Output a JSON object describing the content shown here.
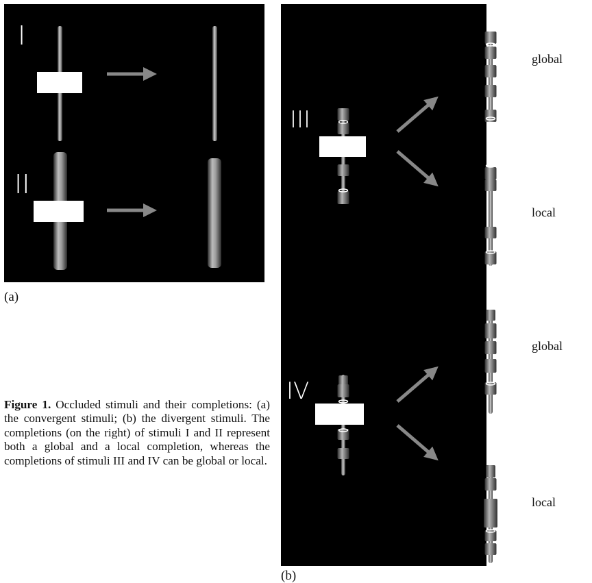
{
  "figure": {
    "panel_a": {
      "label": "(a)",
      "stimulus_I": {
        "label": "I"
      },
      "stimulus_II": {
        "label": "II"
      }
    },
    "panel_b": {
      "label": "(b)",
      "stimulus_III": {
        "label": "III",
        "completions": [
          "global",
          "local"
        ]
      },
      "stimulus_IV": {
        "label": "IV",
        "completions": [
          "global",
          "local"
        ]
      }
    }
  },
  "caption": {
    "lead": "Figure 1.",
    "text": " Occluded stimuli and their completions: (a) the convergent stimuli; (b) the divergent stimuli. The com­pletions (on the right) of stimuli I and II represent both a global and a local completion, whereas the completions of stimuli III and IV can be global or local."
  },
  "colors": {
    "panel_background": "#000000",
    "occluder": "#ffffff",
    "arrow": "#888888",
    "rod": "#b8b8b8"
  }
}
